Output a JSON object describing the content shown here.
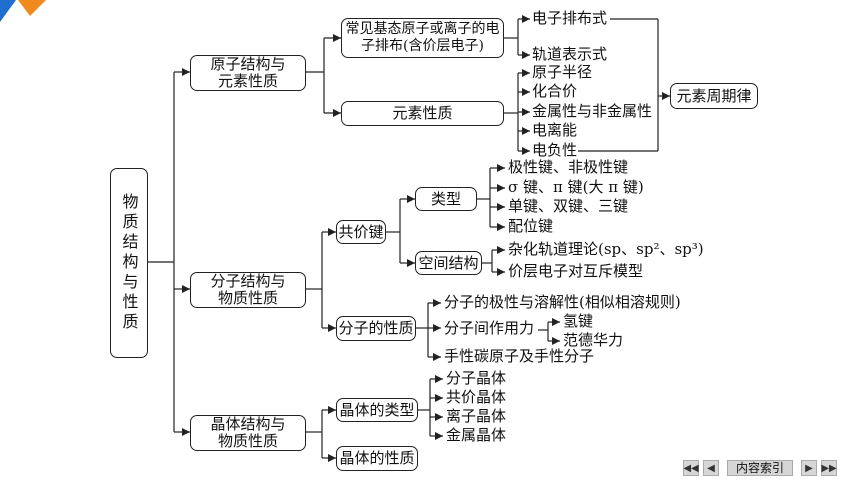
{
  "root": "物质结构与性质",
  "branches": {
    "atom": "原子结构与\n元素性质",
    "mol": "分子结构与\n物质性质",
    "crystal": "晶体结构与\n物质性质"
  },
  "atom": {
    "config_box": "常见基态原子或离子的电\n子排布(含价层电子)",
    "config_items": [
      "电子排布式",
      "轨道表示式"
    ],
    "props_box": "元素性质",
    "props_items": [
      "原子半径",
      "化合价",
      "金属性与非金属性",
      "电离能",
      "电负性"
    ],
    "law": "元素周期律"
  },
  "mol": {
    "covalent": "共价键",
    "types": "类型",
    "type_items": [
      "极性键、非极性键",
      "σ 键、π 键(大 π 键)",
      "单键、双键、三键",
      "配位键"
    ],
    "space": "空间结构",
    "space_items": [
      "杂化轨道理论(sp、sp²、sp³)",
      "价层电子对互斥模型"
    ],
    "molprop": "分子的性质",
    "molprop_items": [
      "分子的极性与溶解性(相似相溶规则)",
      "分子间作用力",
      "手性碳原子及手性分子"
    ],
    "force_items": [
      "氢键",
      "范德华力"
    ]
  },
  "crystal": {
    "types": "晶体的类型",
    "type_items": [
      "分子晶体",
      "共价晶体",
      "离子晶体",
      "金属晶体"
    ],
    "props": "晶体的性质"
  },
  "nav": {
    "label": "内容索引",
    "icons": [
      "first-page-icon",
      "prev-page-icon",
      "next-page-icon",
      "last-page-icon"
    ]
  },
  "colors": {
    "corner_blue": "#1f6fd1",
    "corner_orange": "#f08a1c",
    "line": "#222222"
  }
}
